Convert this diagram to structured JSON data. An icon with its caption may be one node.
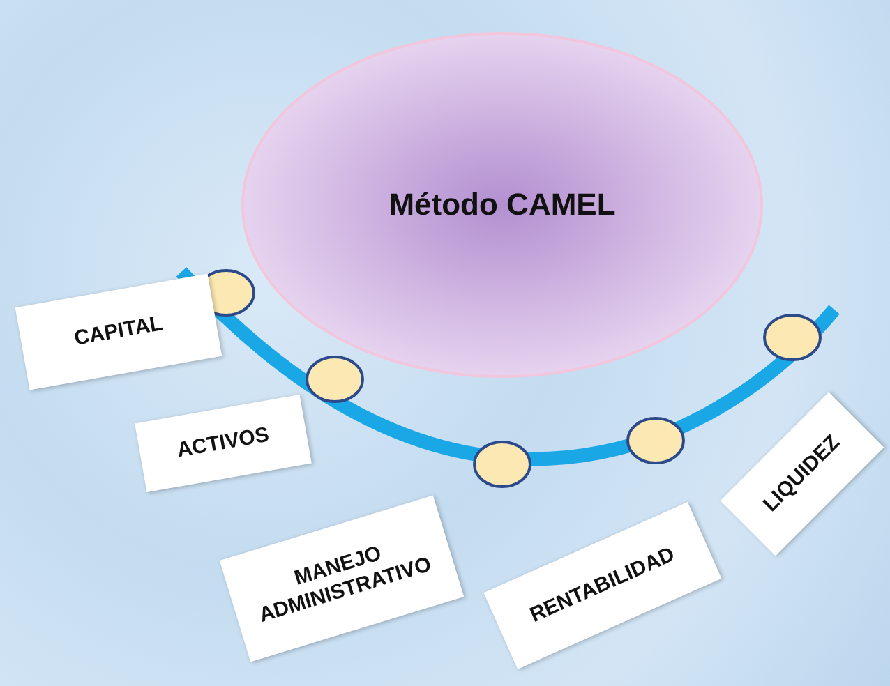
{
  "diagram": {
    "nodes": [
      {
        "text": [
          "Método CAMEL"
        ]
      },
      {
        "text": [
          "CAPITAL"
        ]
      },
      {
        "text": [
          "ACTIVOS"
        ]
      },
      {
        "text": [
          "MANEJO ADMINISTRATIVO"
        ]
      },
      {
        "text": [
          "RENTABILIDAD"
        ]
      },
      {
        "text": [
          "LIQUIDEZ"
        ]
      }
    ]
  }
}
